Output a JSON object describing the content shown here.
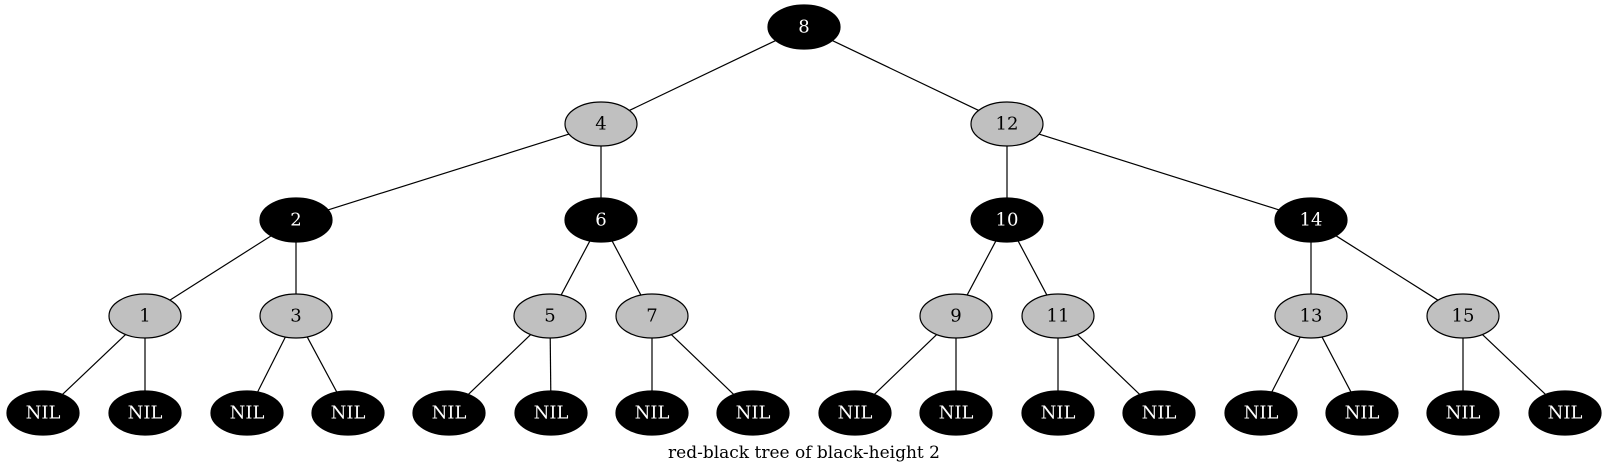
{
  "caption": "red-black tree of black-height 2",
  "colors": {
    "black_fill": "#000000",
    "black_text": "#ffffff",
    "red_fill": "#c0c0c0",
    "red_text": "#000000",
    "stroke": "#000000"
  },
  "nodes": [
    {
      "id": "n8",
      "label": "8",
      "color": "black",
      "parent": null
    },
    {
      "id": "n4",
      "label": "4",
      "color": "red",
      "parent": "n8"
    },
    {
      "id": "n12",
      "label": "12",
      "color": "red",
      "parent": "n8"
    },
    {
      "id": "n2",
      "label": "2",
      "color": "black",
      "parent": "n4"
    },
    {
      "id": "n6",
      "label": "6",
      "color": "black",
      "parent": "n4"
    },
    {
      "id": "n10",
      "label": "10",
      "color": "black",
      "parent": "n12"
    },
    {
      "id": "n14",
      "label": "14",
      "color": "black",
      "parent": "n12"
    },
    {
      "id": "n1",
      "label": "1",
      "color": "red",
      "parent": "n2"
    },
    {
      "id": "n3",
      "label": "3",
      "color": "red",
      "parent": "n2"
    },
    {
      "id": "n5",
      "label": "5",
      "color": "red",
      "parent": "n6"
    },
    {
      "id": "n7",
      "label": "7",
      "color": "red",
      "parent": "n6"
    },
    {
      "id": "n9",
      "label": "9",
      "color": "red",
      "parent": "n10"
    },
    {
      "id": "n11",
      "label": "11",
      "color": "red",
      "parent": "n10"
    },
    {
      "id": "n13",
      "label": "13",
      "color": "red",
      "parent": "n14"
    },
    {
      "id": "n15",
      "label": "15",
      "color": "red",
      "parent": "n14"
    },
    {
      "id": "nil1a",
      "label": "NIL",
      "color": "black",
      "parent": "n1"
    },
    {
      "id": "nil1b",
      "label": "NIL",
      "color": "black",
      "parent": "n1"
    },
    {
      "id": "nil3a",
      "label": "NIL",
      "color": "black",
      "parent": "n3"
    },
    {
      "id": "nil3b",
      "label": "NIL",
      "color": "black",
      "parent": "n3"
    },
    {
      "id": "nil5a",
      "label": "NIL",
      "color": "black",
      "parent": "n5"
    },
    {
      "id": "nil5b",
      "label": "NIL",
      "color": "black",
      "parent": "n5"
    },
    {
      "id": "nil7a",
      "label": "NIL",
      "color": "black",
      "parent": "n7"
    },
    {
      "id": "nil7b",
      "label": "NIL",
      "color": "black",
      "parent": "n7"
    },
    {
      "id": "nil9a",
      "label": "NIL",
      "color": "black",
      "parent": "n9"
    },
    {
      "id": "nil9b",
      "label": "NIL",
      "color": "black",
      "parent": "n9"
    },
    {
      "id": "nil11a",
      "label": "NIL",
      "color": "black",
      "parent": "n11"
    },
    {
      "id": "nil11b",
      "label": "NIL",
      "color": "black",
      "parent": "n11"
    },
    {
      "id": "nil13a",
      "label": "NIL",
      "color": "black",
      "parent": "n13"
    },
    {
      "id": "nil13b",
      "label": "NIL",
      "color": "black",
      "parent": "n13"
    },
    {
      "id": "nil15a",
      "label": "NIL",
      "color": "black",
      "parent": "n15"
    },
    {
      "id": "nil15b",
      "label": "NIL",
      "color": "black",
      "parent": "n15"
    }
  ]
}
